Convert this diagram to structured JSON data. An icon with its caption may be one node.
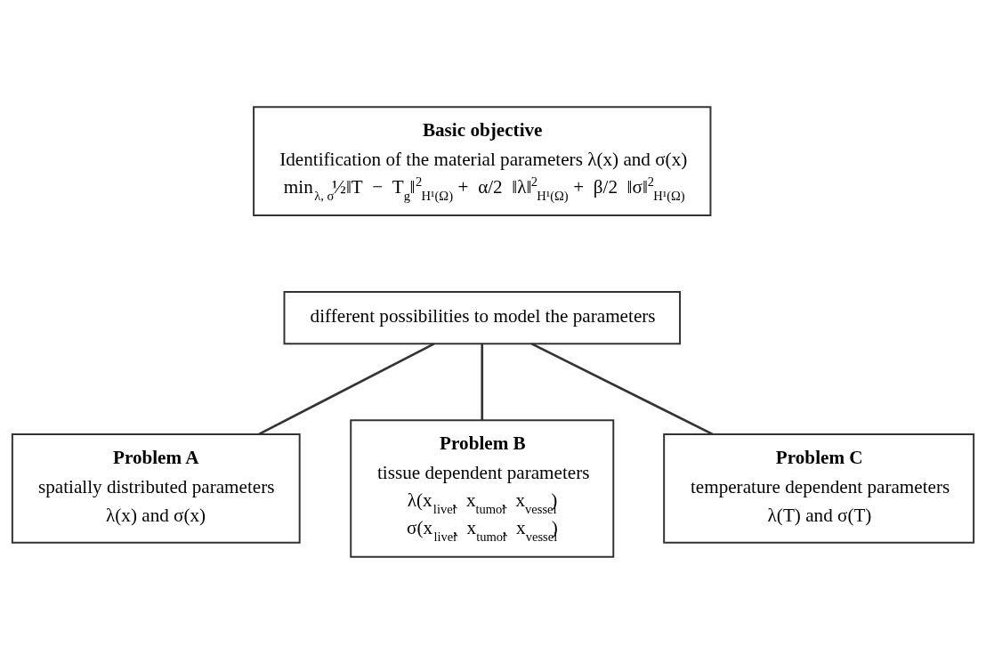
{
  "diagram": {
    "nodes": [
      {
        "text": [
          "Basic objective",
          "Identification of the material parameters λ(x) and σ(x)",
          "min$_{λ, σ}$½‖T − T$_{g}$‖$^{2}$$_{H¹(Ω)}$ + α/2 ‖λ‖$^{2}$$_{H¹(Ω)}$ + β/2 ‖σ‖$^{2}$$_{H¹(Ω)}$"
        ]
      },
      {
        "text": [
          "different possibilities to model the parameters"
        ]
      },
      {
        "text": [
          "Problem A",
          "spatially distributed parameters",
          "λ(x) and σ(x)"
        ]
      },
      {
        "text": [
          "Problem B",
          "tissue dependent parameters",
          "λ(x$_{liver}$, x$_{tumor}$, x$_{vessel}$)",
          "σ(x$_{liver}$, x$_{tumor}$, x$_{vessel}$)"
        ]
      },
      {
        "text": [
          "Problem C",
          "temperature dependent parameters",
          "λ(T) and σ(T)"
        ]
      }
    ],
    "edges": [
      {
        "from": 1,
        "to": 2,
        "arrow": "none"
      },
      {
        "from": 1,
        "to": 3,
        "arrow": "none"
      },
      {
        "from": 1,
        "to": 4,
        "arrow": "none"
      }
    ]
  }
}
